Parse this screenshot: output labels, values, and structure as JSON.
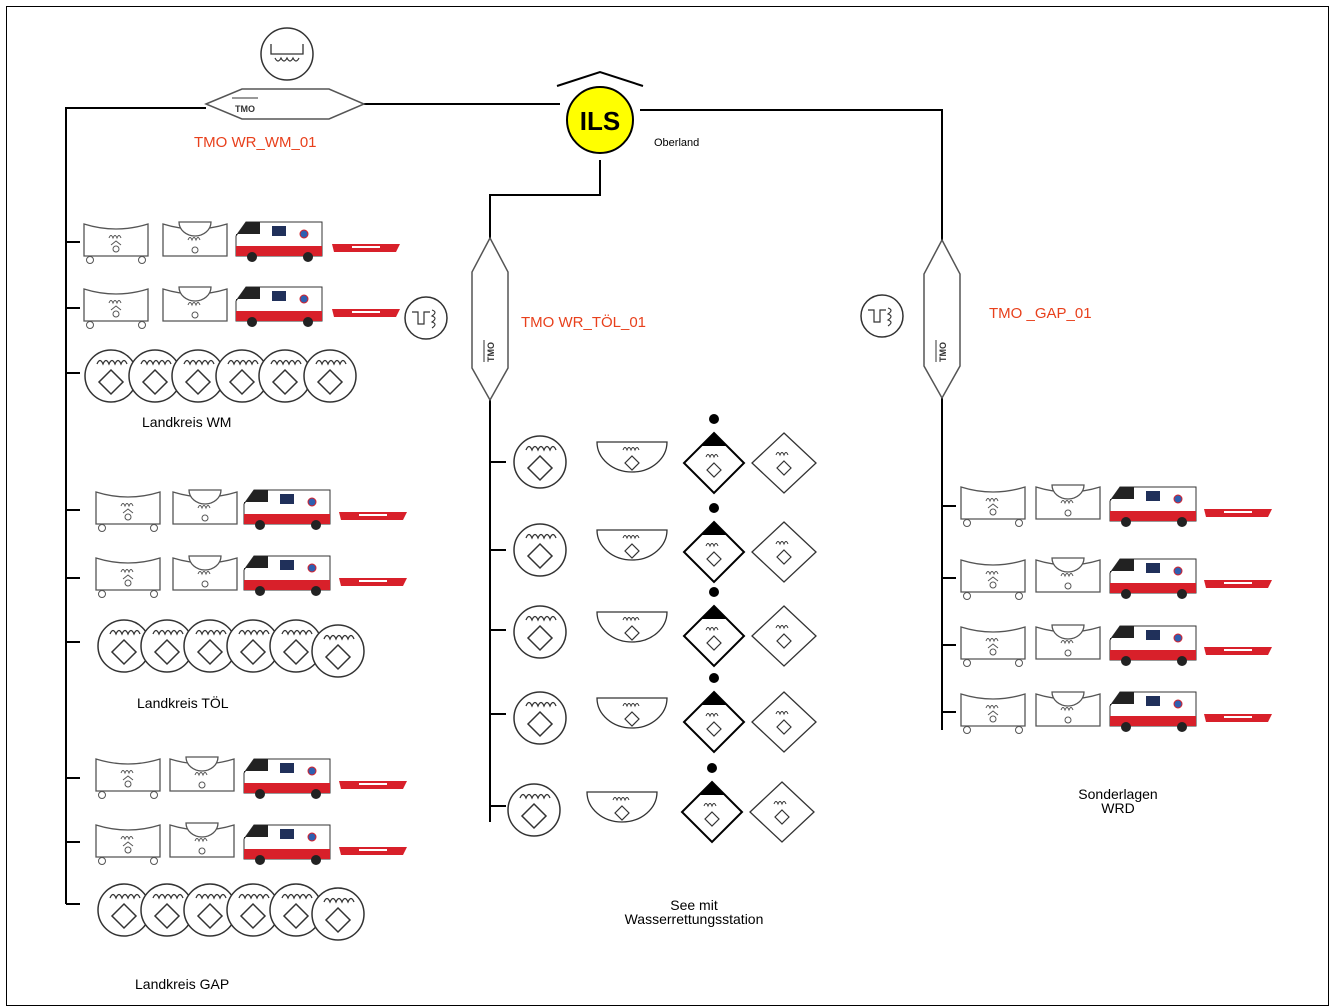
{
  "center": {
    "ils": "ILS",
    "region": "Oberland"
  },
  "tmo_badge": "TMO",
  "units": {
    "wm": {
      "name": "TMO WR_WM_01"
    },
    "toel": {
      "name": "TMO WR_TÖL_01"
    },
    "gap": {
      "name": "TMO _GAP_01"
    }
  },
  "groups": {
    "wm": "Landkreis WM",
    "toel": "Landkreis TÖL",
    "gap": "Landkreis GAP",
    "see_line1": "See mit",
    "see_line2": "Wasserrettungsstation",
    "sonder_line1": "Sonderlagen",
    "sonder_line2": "WRD"
  },
  "colors": {
    "ils_fill": "#ffff00",
    "label_red": "#e8401c",
    "vehicle_red": "#d8202a"
  },
  "icons": [
    "ils-control-center-icon",
    "tmo-command-hexagon-icon",
    "water-rescue-trailer-icon",
    "boat-trailer-icon",
    "rescue-van-icon",
    "rescue-boat-icon",
    "water-rescue-team-icon",
    "diver-unit-icon",
    "rescue-post-icon"
  ]
}
